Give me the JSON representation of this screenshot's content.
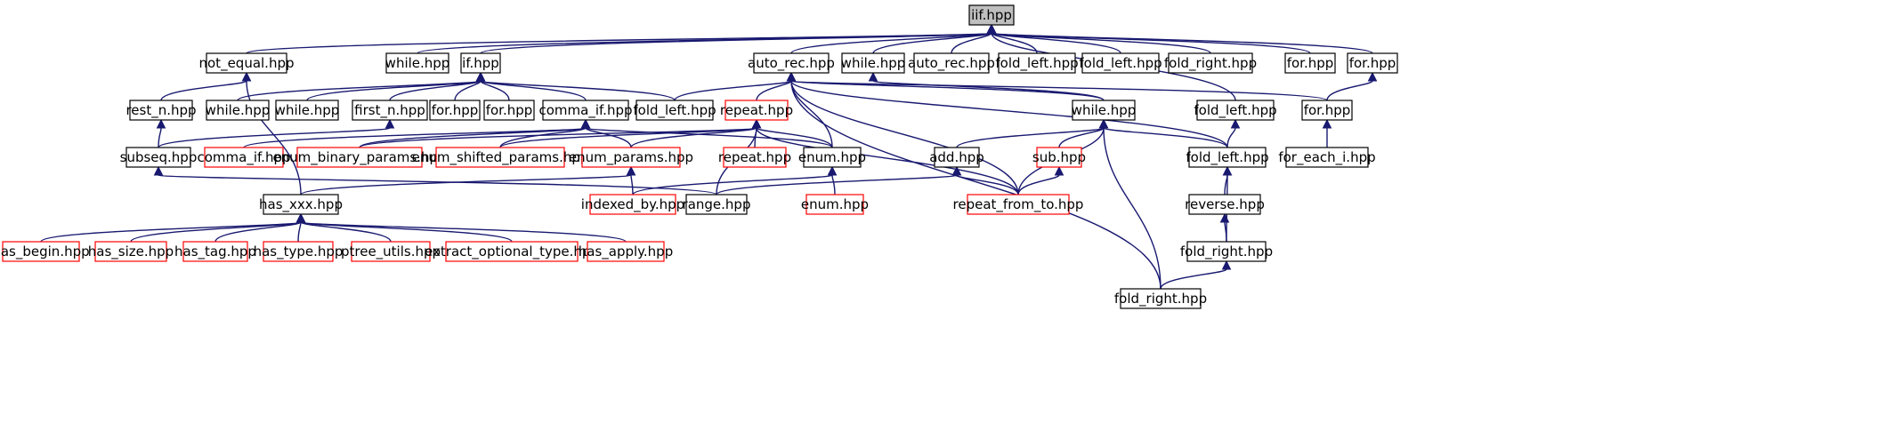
{
  "diagram": {
    "root": "n_iif",
    "colors": {
      "edge": "#191970",
      "node_border_black": "#000000",
      "node_border_red": "#ff0000",
      "root_fill": "#bfbfbf",
      "node_fill": "#ffffff"
    },
    "nodes": {
      "n_iif": {
        "label": "iif.hpp",
        "border": "black",
        "fill": "root"
      },
      "n_not_equal": {
        "label": "not_equal.hpp",
        "border": "black"
      },
      "n_while_a": {
        "label": "while.hpp",
        "border": "black"
      },
      "n_if": {
        "label": "if.hpp",
        "border": "black"
      },
      "n_auto_rec_a": {
        "label": "auto_rec.hpp",
        "border": "black"
      },
      "n_while_b": {
        "label": "while.hpp",
        "border": "black"
      },
      "n_auto_rec_b": {
        "label": "auto_rec.hpp",
        "border": "black"
      },
      "n_fold_left_a": {
        "label": "fold_left.hpp",
        "border": "black"
      },
      "n_fold_left_b": {
        "label": "fold_left.hpp",
        "border": "black"
      },
      "n_fold_right_a": {
        "label": "fold_right.hpp",
        "border": "black"
      },
      "n_for_a": {
        "label": "for.hpp",
        "border": "black"
      },
      "n_for_b": {
        "label": "for.hpp",
        "border": "black"
      },
      "n_rest_n": {
        "label": "rest_n.hpp",
        "border": "black"
      },
      "n_while_c": {
        "label": "while.hpp",
        "border": "black"
      },
      "n_while_d": {
        "label": "while.hpp",
        "border": "black"
      },
      "n_first_n": {
        "label": "first_n.hpp",
        "border": "black"
      },
      "n_for_c": {
        "label": "for.hpp",
        "border": "black"
      },
      "n_for_d": {
        "label": "for.hpp",
        "border": "black"
      },
      "n_comma_if_a": {
        "label": "comma_if.hpp",
        "border": "black"
      },
      "n_fold_left_c": {
        "label": "fold_left.hpp",
        "border": "black"
      },
      "n_repeat_a": {
        "label": "repeat.hpp",
        "border": "red"
      },
      "n_while_e": {
        "label": "while.hpp",
        "border": "black"
      },
      "n_fold_left_d": {
        "label": "fold_left.hpp",
        "border": "black"
      },
      "n_for_e": {
        "label": "for.hpp",
        "border": "black"
      },
      "n_subseq": {
        "label": "subseq.hpp",
        "border": "black"
      },
      "n_comma_if_b": {
        "label": "comma_if.hpp",
        "border": "red"
      },
      "n_enum_binary": {
        "label": "enum_binary_params.hpp",
        "border": "red"
      },
      "n_enum_shifted": {
        "label": "enum_shifted_params.hpp",
        "border": "red"
      },
      "n_enum_params": {
        "label": "enum_params.hpp",
        "border": "red"
      },
      "n_repeat_b": {
        "label": "repeat.hpp",
        "border": "red"
      },
      "n_enum_a": {
        "label": "enum.hpp",
        "border": "black"
      },
      "n_add": {
        "label": "add.hpp",
        "border": "black"
      },
      "n_sub": {
        "label": "sub.hpp",
        "border": "red"
      },
      "n_fold_left_e": {
        "label": "fold_left.hpp",
        "border": "black"
      },
      "n_for_each_i": {
        "label": "for_each_i.hpp",
        "border": "black"
      },
      "n_has_xxx": {
        "label": "has_xxx.hpp",
        "border": "black"
      },
      "n_indexed_by": {
        "label": "indexed_by.hpp",
        "border": "red"
      },
      "n_range": {
        "label": "range.hpp",
        "border": "black"
      },
      "n_enum_b": {
        "label": "enum.hpp",
        "border": "red"
      },
      "n_repeat_from_to": {
        "label": "repeat_from_to.hpp",
        "border": "red"
      },
      "n_reverse": {
        "label": "reverse.hpp",
        "border": "black"
      },
      "n_has_begin": {
        "label": "has_begin.hpp",
        "border": "red"
      },
      "n_has_size": {
        "label": "has_size.hpp",
        "border": "red"
      },
      "n_has_tag": {
        "label": "has_tag.hpp",
        "border": "red"
      },
      "n_has_type": {
        "label": "has_type.hpp",
        "border": "red"
      },
      "n_ptree_utils": {
        "label": "ptree_utils.hpp",
        "border": "red"
      },
      "n_extract_optional": {
        "label": "extract_optional_type.hpp",
        "border": "red"
      },
      "n_has_apply": {
        "label": "has_apply.hpp",
        "border": "red"
      },
      "n_fold_right_b": {
        "label": "fold_right.hpp",
        "border": "black"
      },
      "n_fold_right_c": {
        "label": "fold_right.hpp",
        "border": "black"
      }
    },
    "edges": [
      {
        "from": "n_not_equal",
        "to": "n_iif"
      },
      {
        "from": "n_while_a",
        "to": "n_iif"
      },
      {
        "from": "n_if",
        "to": "n_iif"
      },
      {
        "from": "n_auto_rec_a",
        "to": "n_iif"
      },
      {
        "from": "n_while_b",
        "to": "n_iif"
      },
      {
        "from": "n_auto_rec_b",
        "to": "n_iif"
      },
      {
        "from": "n_fold_left_a",
        "to": "n_iif"
      },
      {
        "from": "n_fold_left_b",
        "to": "n_iif"
      },
      {
        "from": "n_fold_right_a",
        "to": "n_iif"
      },
      {
        "from": "n_for_a",
        "to": "n_iif"
      },
      {
        "from": "n_for_b",
        "to": "n_iif"
      },
      {
        "from": "n_fold_left_d",
        "to": "n_iif"
      },
      {
        "from": "n_rest_n",
        "to": "n_not_equal"
      },
      {
        "from": "n_has_xxx",
        "to": "n_not_equal"
      },
      {
        "from": "n_while_c",
        "to": "n_if"
      },
      {
        "from": "n_while_d",
        "to": "n_if"
      },
      {
        "from": "n_first_n",
        "to": "n_if"
      },
      {
        "from": "n_for_c",
        "to": "n_if"
      },
      {
        "from": "n_for_d",
        "to": "n_if"
      },
      {
        "from": "n_comma_if_a",
        "to": "n_if"
      },
      {
        "from": "n_fold_left_c",
        "to": "n_if"
      },
      {
        "from": "n_fold_left_c",
        "to": "n_auto_rec_a"
      },
      {
        "from": "n_repeat_a",
        "to": "n_auto_rec_a"
      },
      {
        "from": "n_enum_a",
        "to": "n_auto_rec_a"
      },
      {
        "from": "n_repeat_from_to",
        "to": "n_auto_rec_a"
      },
      {
        "from": "n_fold_right_c",
        "to": "n_auto_rec_a"
      },
      {
        "from": "n_while_e",
        "to": "n_auto_rec_a"
      },
      {
        "from": "n_fold_left_e",
        "to": "n_auto_rec_a"
      },
      {
        "from": "n_for_e",
        "to": "n_auto_rec_a"
      },
      {
        "from": "n_while_e",
        "to": "n_while_b"
      },
      {
        "from": "n_for_e",
        "to": "n_for_b"
      },
      {
        "from": "n_fold_left_e",
        "to": "n_fold_left_d"
      },
      {
        "from": "n_for_each_i",
        "to": "n_for_e"
      },
      {
        "from": "n_subseq",
        "to": "n_rest_n"
      },
      {
        "from": "n_subseq",
        "to": "n_first_n"
      },
      {
        "from": "n_comma_if_b",
        "to": "n_comma_if_a"
      },
      {
        "from": "n_enum_binary",
        "to": "n_comma_if_a"
      },
      {
        "from": "n_enum_shifted",
        "to": "n_comma_if_a"
      },
      {
        "from": "n_enum_params",
        "to": "n_comma_if_a"
      },
      {
        "from": "n_enum_a",
        "to": "n_comma_if_a"
      },
      {
        "from": "n_enum_binary",
        "to": "n_repeat_a"
      },
      {
        "from": "n_enum_shifted",
        "to": "n_repeat_a"
      },
      {
        "from": "n_enum_params",
        "to": "n_repeat_a"
      },
      {
        "from": "n_repeat_b",
        "to": "n_repeat_a"
      },
      {
        "from": "n_enum_a",
        "to": "n_repeat_a"
      },
      {
        "from": "n_range",
        "to": "n_repeat_a"
      },
      {
        "from": "n_repeat_from_to",
        "to": "n_repeat_a"
      },
      {
        "from": "n_add",
        "to": "n_while_e"
      },
      {
        "from": "n_sub",
        "to": "n_while_e"
      },
      {
        "from": "n_fold_left_e",
        "to": "n_while_e"
      },
      {
        "from": "n_repeat_from_to",
        "to": "n_while_e"
      },
      {
        "from": "n_fold_right_c",
        "to": "n_while_e"
      },
      {
        "from": "n_range",
        "to": "n_subseq"
      },
      {
        "from": "n_has_xxx",
        "to": "n_enum_params"
      },
      {
        "from": "n_indexed_by",
        "to": "n_enum_params"
      },
      {
        "from": "n_indexed_by",
        "to": "n_enum_a"
      },
      {
        "from": "n_enum_b",
        "to": "n_enum_a"
      },
      {
        "from": "n_range",
        "to": "n_add"
      },
      {
        "from": "n_repeat_from_to",
        "to": "n_add"
      },
      {
        "from": "n_repeat_from_to",
        "to": "n_sub"
      },
      {
        "from": "n_reverse",
        "to": "n_fold_left_e"
      },
      {
        "from": "n_fold_right_b",
        "to": "n_fold_left_e"
      },
      {
        "from": "n_has_begin",
        "to": "n_has_xxx"
      },
      {
        "from": "n_has_size",
        "to": "n_has_xxx"
      },
      {
        "from": "n_has_tag",
        "to": "n_has_xxx"
      },
      {
        "from": "n_has_type",
        "to": "n_has_xxx"
      },
      {
        "from": "n_ptree_utils",
        "to": "n_has_xxx"
      },
      {
        "from": "n_extract_optional",
        "to": "n_has_xxx"
      },
      {
        "from": "n_has_apply",
        "to": "n_has_xxx"
      },
      {
        "from": "n_fold_right_b",
        "to": "n_reverse"
      },
      {
        "from": "n_fold_right_c",
        "to": "n_fold_right_b"
      }
    ]
  }
}
